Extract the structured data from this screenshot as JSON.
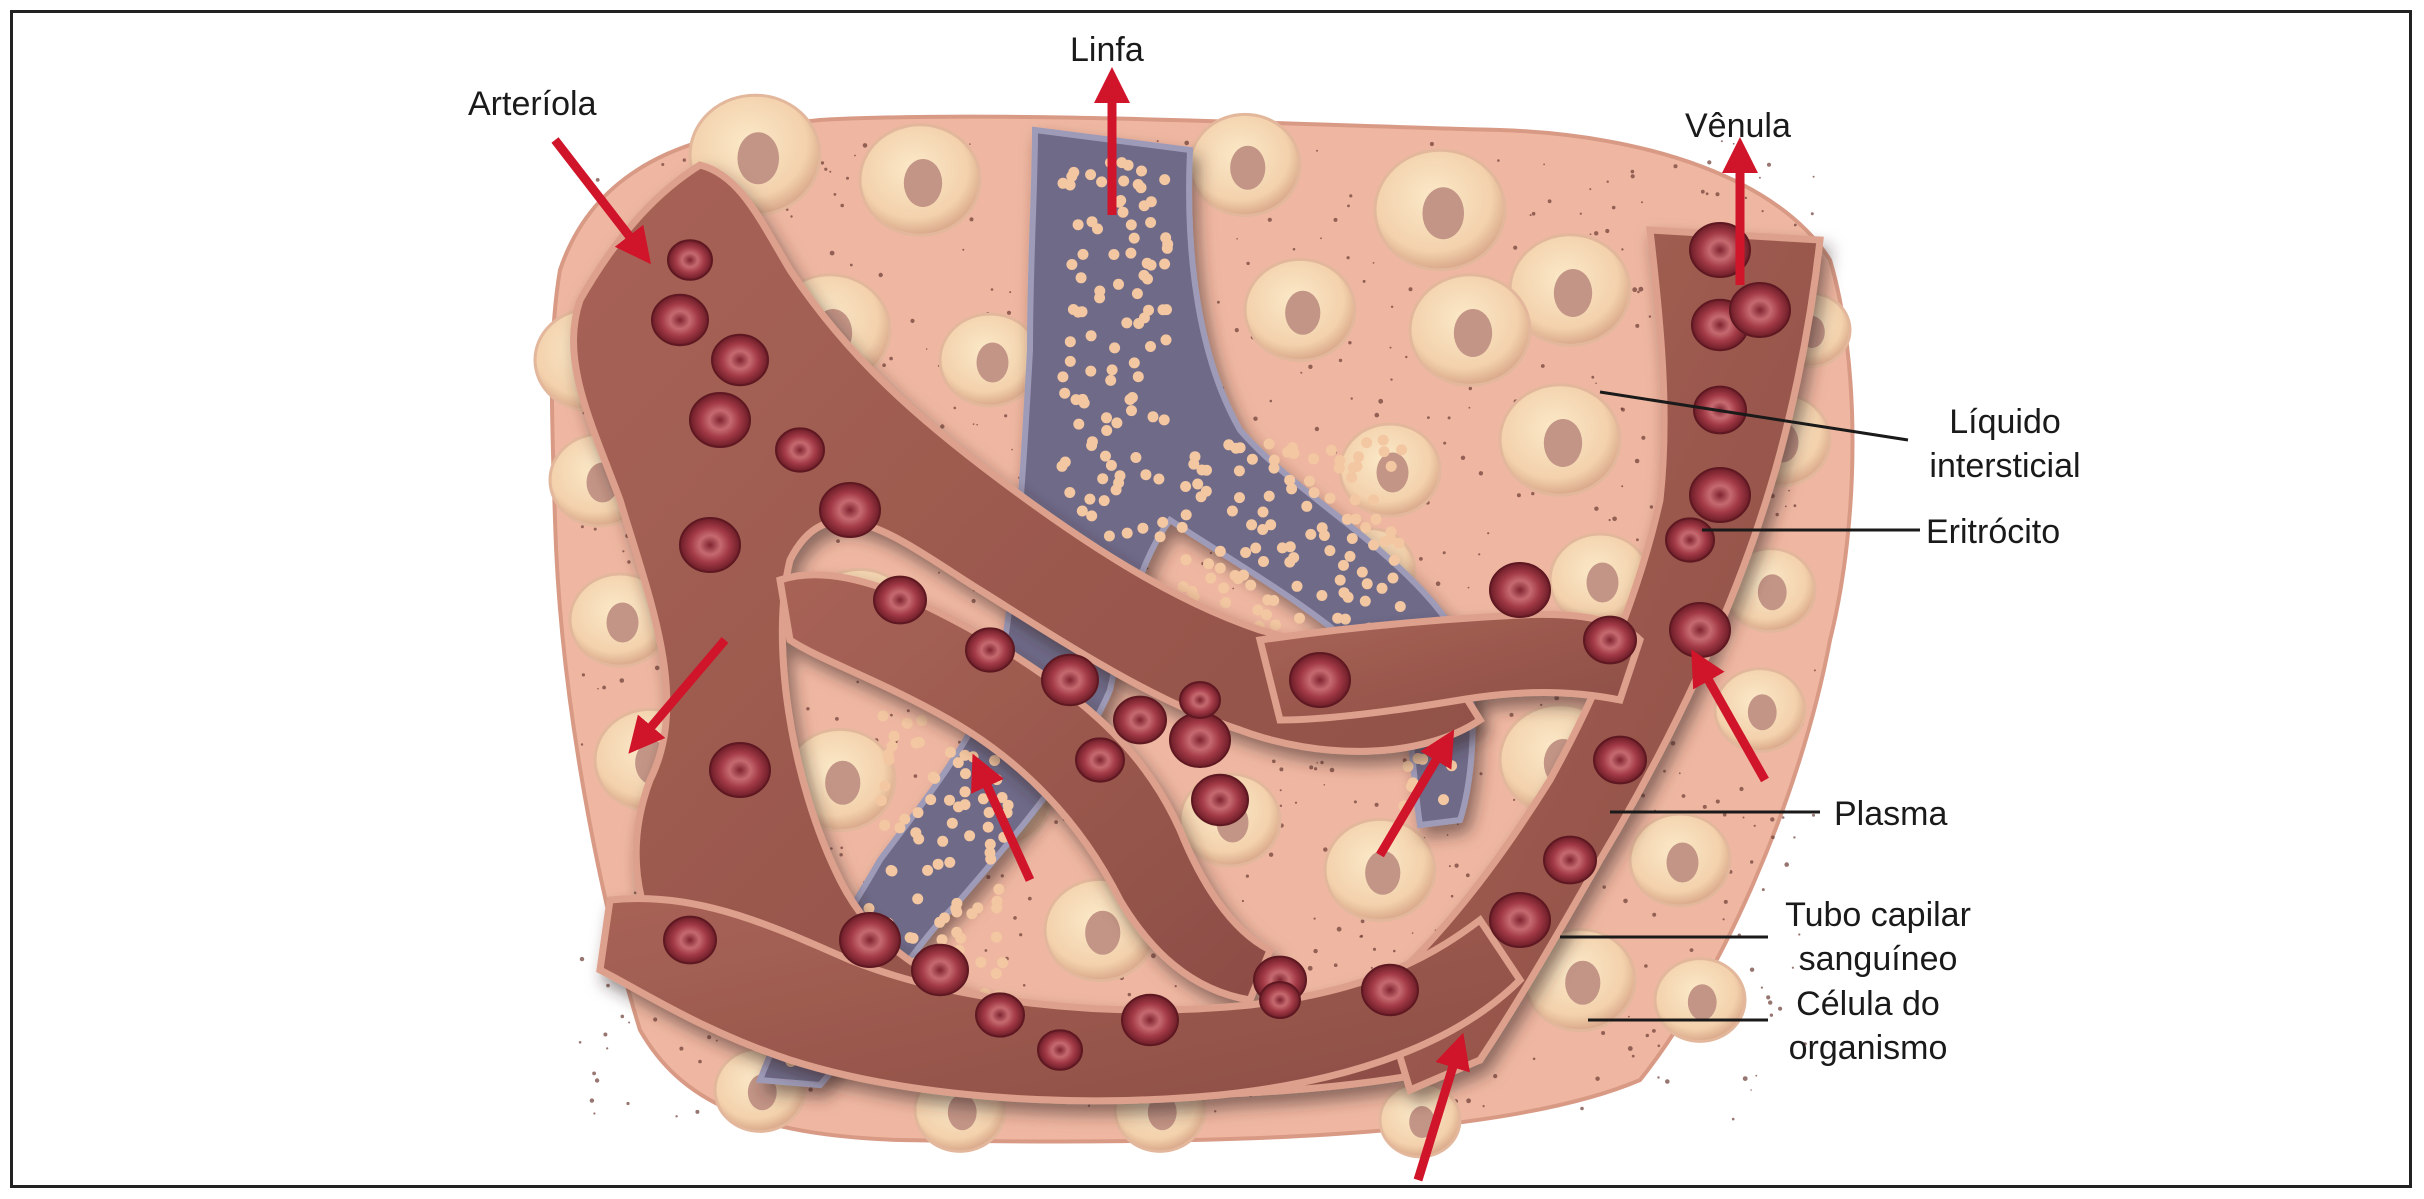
{
  "diagram": {
    "labels": {
      "linfa": "Linfa",
      "arteriola": "Arteríola",
      "venula": "Vênula",
      "liquido_l1": "Líquido",
      "liquido_l2": "intersticial",
      "eritrocito": "Eritrócito",
      "plasma": "Plasma",
      "tubo_l1": "Tubo capilar",
      "tubo_l2": "sanguíneo",
      "celula_l1": "Célula do",
      "celula_l2": "organismo"
    },
    "colors": {
      "tissue": "#efb7a1",
      "cell": "#f6dcb8",
      "nucleus": "#c39586",
      "vessel": "#9e5a50",
      "vessel_edge": "#d99a86",
      "rbc": "#a7414b",
      "lymph": "#6e6a88",
      "lymph_dot": "#f3c7a1",
      "arrow": "#d0142a"
    }
  }
}
